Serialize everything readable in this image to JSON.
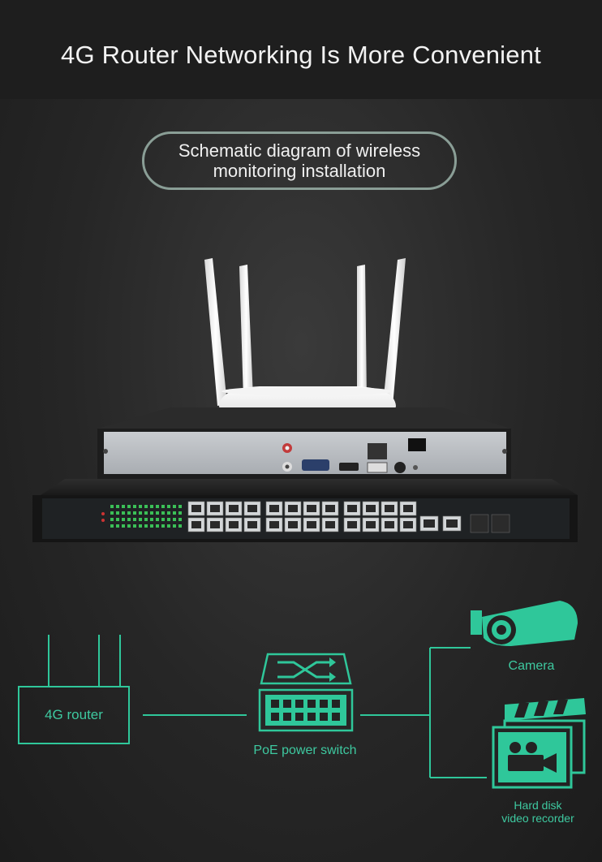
{
  "header": {
    "title": "4G Router Networking Is More Convenient"
  },
  "subtitle_pill": {
    "line1": "Schematic diagram of wireless",
    "line2": "monitoring installation"
  },
  "diagram": {
    "router_label": "4G router",
    "switch_label": "PoE power switch",
    "camera_label": "Camera",
    "recorder_label_line1": "Hard disk",
    "recorder_label_line2": "video recorder"
  },
  "colors": {
    "background": "#262626",
    "accent_teal": "#2fc79a",
    "pill_border": "#8a9e96"
  },
  "icons": [
    "router-icon",
    "switch-icon",
    "camera-icon",
    "video-recorder-icon"
  ]
}
